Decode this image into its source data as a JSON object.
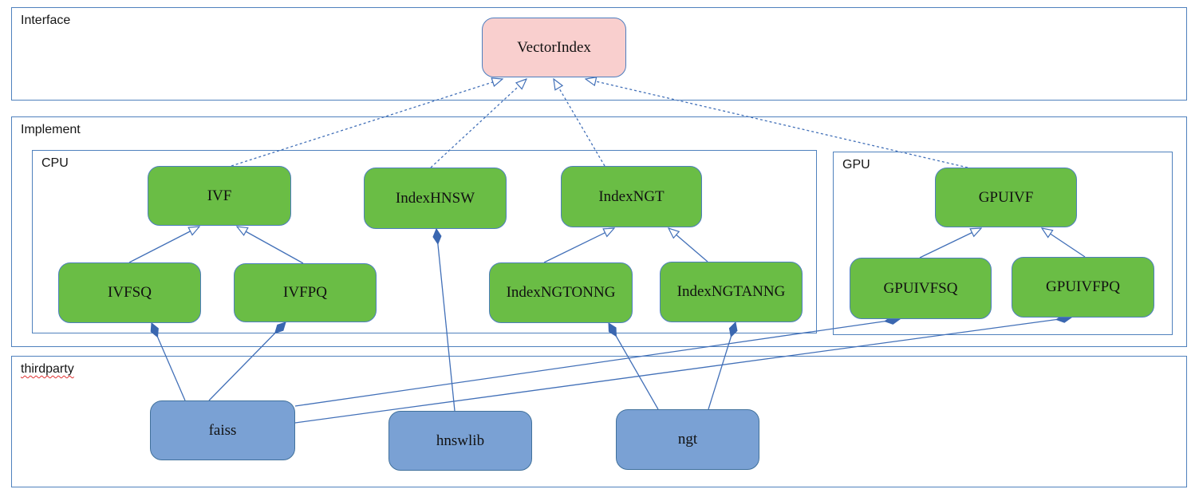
{
  "containers": {
    "interface": {
      "label": "Interface"
    },
    "implement": {
      "label": "Implement"
    },
    "cpu": {
      "label": "CPU"
    },
    "gpu": {
      "label": "GPU"
    },
    "thirdparty": {
      "label": "thirdparty"
    }
  },
  "nodes": {
    "vector_index": {
      "label": "VectorIndex",
      "kind": "interface"
    },
    "ivf": {
      "label": "IVF",
      "kind": "cpu-class"
    },
    "index_hnsw": {
      "label": "IndexHNSW",
      "kind": "cpu-class"
    },
    "index_ngt": {
      "label": "IndexNGT",
      "kind": "cpu-class"
    },
    "gpu_ivf": {
      "label": "GPUIVF",
      "kind": "gpu-class"
    },
    "ivfsq": {
      "label": "IVFSQ",
      "kind": "cpu-class"
    },
    "ivfpq": {
      "label": "IVFPQ",
      "kind": "cpu-class"
    },
    "index_ngtonng": {
      "label": "IndexNGTONNG",
      "kind": "cpu-class"
    },
    "index_ngtanng": {
      "label": "IndexNGTANNG",
      "kind": "cpu-class"
    },
    "gpu_ivfsq": {
      "label": "GPUIVFSQ",
      "kind": "gpu-class"
    },
    "gpu_ivfpq": {
      "label": "GPUIVFPQ",
      "kind": "gpu-class"
    },
    "faiss": {
      "label": "faiss",
      "kind": "thirdparty-lib"
    },
    "hnswlib": {
      "label": "hnswlib",
      "kind": "thirdparty-lib"
    },
    "ngt": {
      "label": "ngt",
      "kind": "thirdparty-lib"
    }
  },
  "edges": [
    {
      "from": "IVF",
      "to": "VectorIndex",
      "relation": "realizes",
      "style": "dashed-hollow-arrow"
    },
    {
      "from": "IndexHNSW",
      "to": "VectorIndex",
      "relation": "realizes",
      "style": "dashed-hollow-arrow"
    },
    {
      "from": "IndexNGT",
      "to": "VectorIndex",
      "relation": "realizes",
      "style": "dashed-hollow-arrow"
    },
    {
      "from": "GPUIVF",
      "to": "VectorIndex",
      "relation": "realizes",
      "style": "dashed-hollow-arrow"
    },
    {
      "from": "IVFSQ",
      "to": "IVF",
      "relation": "inherits",
      "style": "solid-hollow-arrow"
    },
    {
      "from": "IVFPQ",
      "to": "IVF",
      "relation": "inherits",
      "style": "solid-hollow-arrow"
    },
    {
      "from": "IndexNGTONNG",
      "to": "IndexNGT",
      "relation": "inherits",
      "style": "solid-hollow-arrow"
    },
    {
      "from": "IndexNGTANNG",
      "to": "IndexNGT",
      "relation": "inherits",
      "style": "solid-hollow-arrow"
    },
    {
      "from": "GPUIVFSQ",
      "to": "GPUIVF",
      "relation": "inherits",
      "style": "solid-hollow-arrow"
    },
    {
      "from": "GPUIVFPQ",
      "to": "GPUIVF",
      "relation": "inherits",
      "style": "solid-hollow-arrow"
    },
    {
      "from": "faiss",
      "to": "IVFSQ",
      "relation": "composition",
      "style": "solid-filled-diamond"
    },
    {
      "from": "faiss",
      "to": "IVFPQ",
      "relation": "composition",
      "style": "solid-filled-diamond"
    },
    {
      "from": "faiss",
      "to": "GPUIVFSQ",
      "relation": "composition",
      "style": "solid-filled-diamond"
    },
    {
      "from": "faiss",
      "to": "GPUIVFPQ",
      "relation": "composition",
      "style": "solid-filled-diamond"
    },
    {
      "from": "hnswlib",
      "to": "IndexHNSW",
      "relation": "composition",
      "style": "solid-filled-diamond"
    },
    {
      "from": "ngt",
      "to": "IndexNGTONNG",
      "relation": "composition",
      "style": "solid-filled-diamond"
    },
    {
      "from": "ngt",
      "to": "IndexNGTANNG",
      "relation": "composition",
      "style": "solid-filled-diamond"
    }
  ],
  "colors": {
    "class_green": "#6abd45",
    "interface_pink": "#f9cfce",
    "thirdparty_blue": "#7aa1d4",
    "edge_blue": "#4270b8",
    "container_border": "#4f81bd",
    "misspell_underline": "#e03131"
  }
}
